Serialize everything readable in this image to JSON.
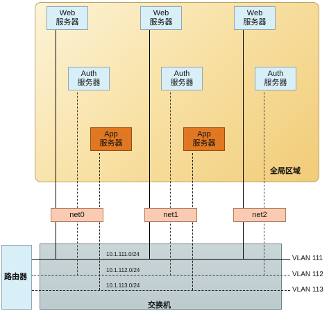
{
  "zone": {
    "label": "全局区域"
  },
  "web_servers": [
    {
      "line1": "Web",
      "line2": "服务器"
    },
    {
      "line1": "Web",
      "line2": "服务器"
    },
    {
      "line1": "Web",
      "line2": "服务器"
    }
  ],
  "auth_servers": [
    {
      "line1": "Auth",
      "line2": "服务器"
    },
    {
      "line1": "Auth",
      "line2": "服务器"
    },
    {
      "line1": "Auth",
      "line2": "服务器"
    }
  ],
  "app_servers": [
    {
      "line1": "App",
      "line2": "服务器"
    },
    {
      "line1": "App",
      "line2": "服务器"
    }
  ],
  "interfaces": [
    "net0",
    "net1",
    "net2"
  ],
  "switch": {
    "label": "交换机",
    "subnets": [
      "10.1.111.0/24",
      "10.1.112.0/24",
      "10.1.113.0/24"
    ]
  },
  "router": {
    "label": "路由器"
  },
  "vlans": [
    "VLAN 111",
    "VLAN 112",
    "VLAN 113"
  ],
  "colors": {
    "web_auth_box": "#d9eff8",
    "app_box": "#e07722",
    "net_box": "#f9cbb3",
    "zone_fill": "#f8e2a7",
    "switch_fill": "#c9d6d8"
  }
}
